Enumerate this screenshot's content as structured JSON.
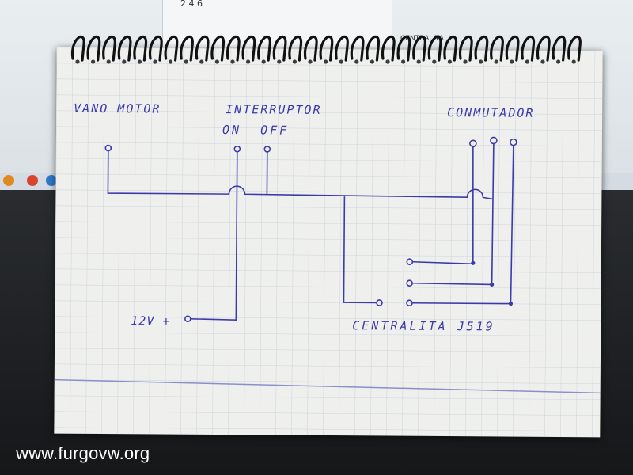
{
  "sketch": {
    "labels": {
      "vano_motor": "VANO MOTOR",
      "interruptor": "INTERRUPTOR",
      "on_off": "ON  OFF",
      "conmutador": "CONMUTADOR",
      "supply": "12V +",
      "centralita": "CENTRALITA J519"
    },
    "ink_color": "#3b3aa8",
    "paper_color": "#eff0ed",
    "grid_color": "#c9d3dd"
  },
  "monitor": {
    "doc_text": "CENTRALITA",
    "doc_numbers": "2 4 6"
  },
  "watermark": {
    "text": "www.furgovw.org"
  }
}
